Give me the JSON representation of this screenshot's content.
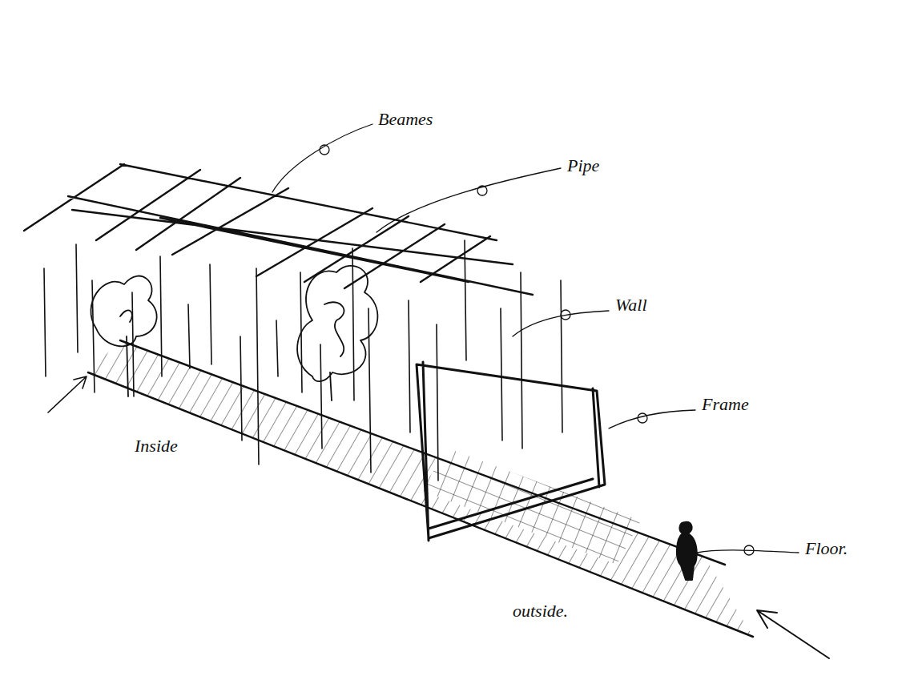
{
  "diagram": {
    "labels": [
      "Beames",
      "Pipe",
      "Wall",
      "Frame",
      "Floor.",
      "Inside",
      "outside."
    ]
  }
}
